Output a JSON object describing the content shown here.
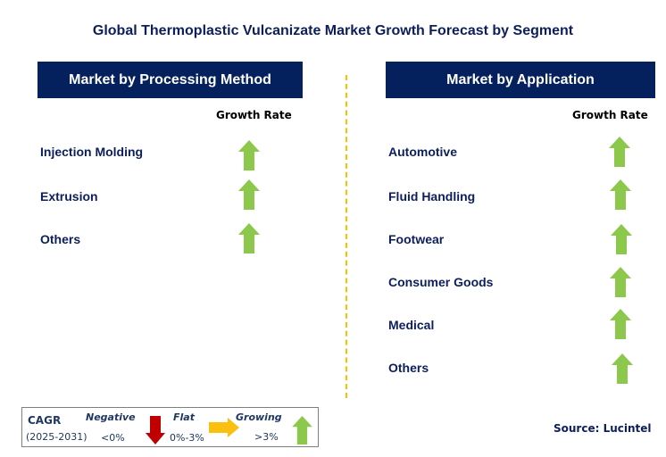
{
  "title": "Global Thermoplastic Vulcanizate Market Growth Forecast by Segment",
  "colors": {
    "header_bg": "#04215e",
    "text_dark": "#0c1f5c",
    "growing": "#8cc84b",
    "flat": "#fbbf0f",
    "negative": "#c00000",
    "divider": "#f5c200"
  },
  "left_panel": {
    "header": "Market by Processing Method",
    "growth_label": "Growth Rate",
    "items": [
      {
        "label": "Injection Molding",
        "trend": "growing"
      },
      {
        "label": "Extrusion",
        "trend": "growing"
      },
      {
        "label": "Others",
        "trend": "growing"
      }
    ]
  },
  "right_panel": {
    "header": "Market by Application",
    "growth_label": "Growth Rate",
    "items": [
      {
        "label": "Automotive",
        "trend": "growing"
      },
      {
        "label": "Fluid Handling",
        "trend": "growing"
      },
      {
        "label": "Footwear",
        "trend": "growing"
      },
      {
        "label": "Consumer Goods",
        "trend": "growing"
      },
      {
        "label": "Medical",
        "trend": "growing"
      },
      {
        "label": "Others",
        "trend": "growing"
      }
    ]
  },
  "legend": {
    "cagr_label": "CAGR",
    "period": "(2025-2031)",
    "negative_label": "Negative",
    "negative_range": "<0%",
    "flat_label": "Flat",
    "flat_range": "0%-3%",
    "growing_label": "Growing",
    "growing_range": ">3%"
  },
  "source": "Source: Lucintel"
}
